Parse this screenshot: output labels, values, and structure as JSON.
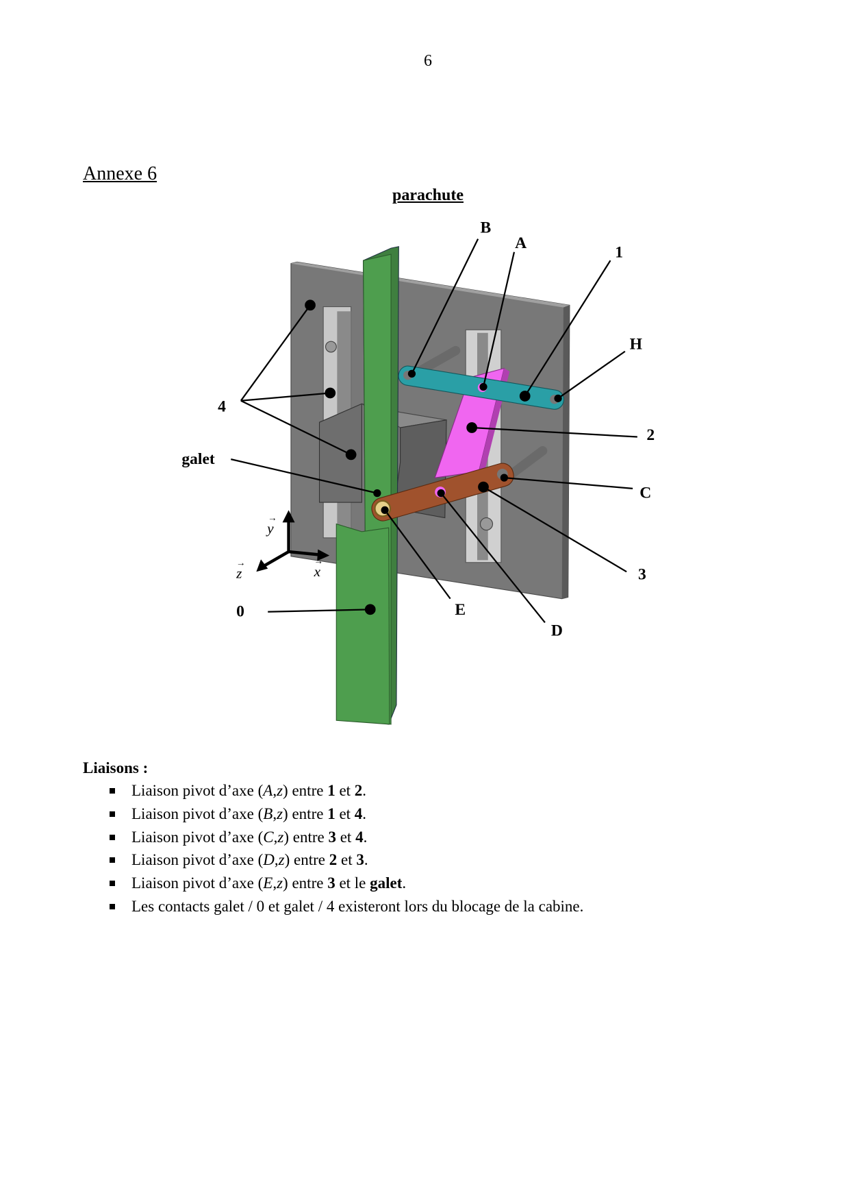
{
  "page_number": "6",
  "annex_title": "Annexe 6",
  "figure": {
    "title": "parachute",
    "labels": {
      "B": "B",
      "A": "A",
      "one": "1",
      "H": "H",
      "two": "2",
      "C": "C",
      "three": "3",
      "D": "D",
      "E": "E",
      "zero": "0",
      "galet": "galet",
      "four": "4"
    },
    "axes": {
      "y": "y",
      "z": "z",
      "x": "x",
      "arrow": "→"
    }
  },
  "liaisons": {
    "heading": "Liaisons :",
    "items": [
      {
        "pre": "Liaison pivot d’axe ",
        "point": "A",
        "axis": "z",
        "mid": " entre ",
        "a": "1",
        "et": " et ",
        "b": "2",
        "end": "."
      },
      {
        "pre": "Liaison pivot d’axe ",
        "point": "B",
        "axis": "z",
        "mid": " entre ",
        "a": "1",
        "et": " et ",
        "b": "4",
        "end": "."
      },
      {
        "pre": "Liaison pivot d’axe ",
        "point": "C",
        "axis": "z",
        "mid": " entre ",
        "a": "3",
        "et": " et ",
        "b": "4",
        "end": "."
      },
      {
        "pre": "Liaison pivot d’axe ",
        "point": "D",
        "axis": "z",
        "mid": " entre ",
        "a": "2",
        "et": " et ",
        "b": "3",
        "end": "."
      },
      {
        "pre": "Liaison pivot d’axe ",
        "point": "E",
        "axis": "z",
        "mid": " entre ",
        "a": "3",
        "et": " et le ",
        "b": "galet",
        "end": "."
      }
    ],
    "last": "Les contacts galet / 0 et galet / 4 existeront lors du blocage de la cabine."
  },
  "colors": {
    "plate": "#787878",
    "rail": "#4e9e4e",
    "bar1": "#2a9fa6",
    "bar2": "#f066f0",
    "bar3": "#a0522d",
    "galet": "#e6d08a"
  }
}
